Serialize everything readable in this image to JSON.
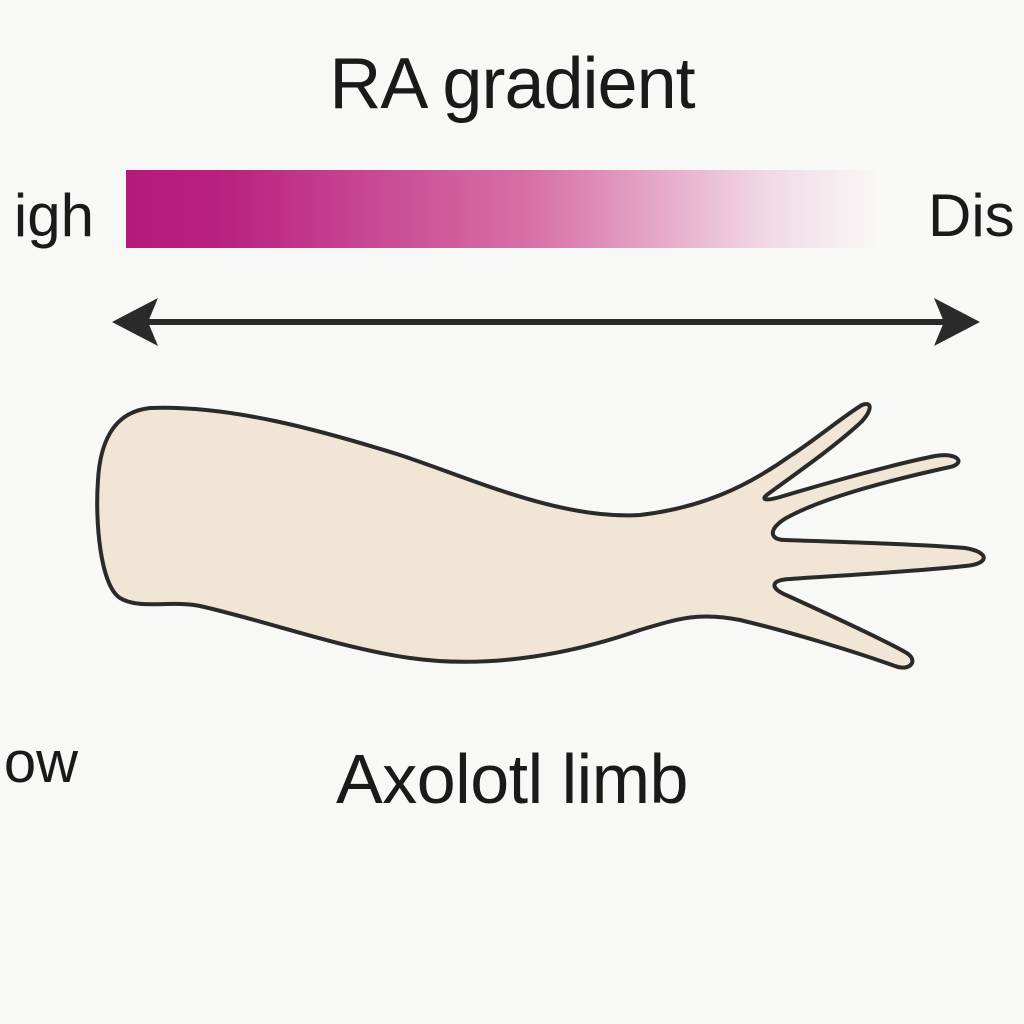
{
  "title": "RA gradient",
  "gradient": {
    "left_label": "igh",
    "right_label": "Dis",
    "color_high": "#b5197d",
    "color_low": "#f8f8f6"
  },
  "arrow": {
    "type": "double-headed",
    "color": "#2a2a2a"
  },
  "limb": {
    "label": "Axolotl limb",
    "side_label": "ow",
    "fill": "#f1e5d6",
    "outline": "#2a2a2a"
  }
}
